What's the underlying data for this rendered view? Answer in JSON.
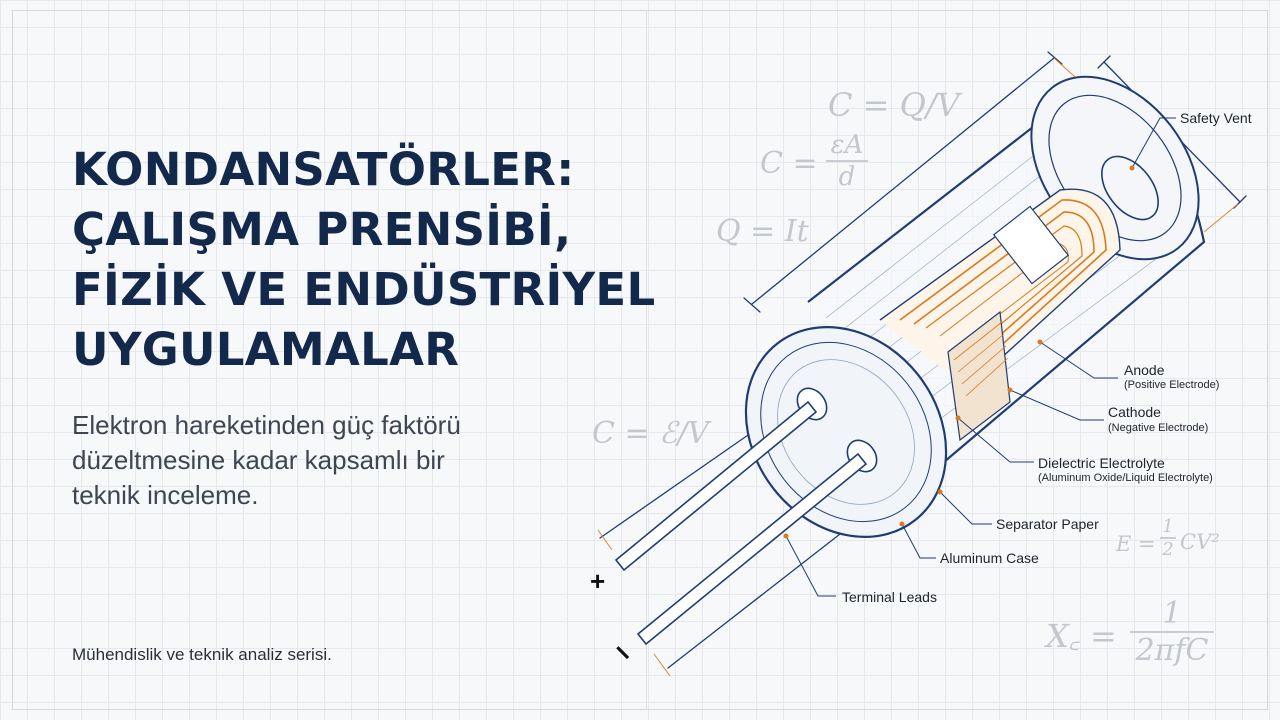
{
  "title_lines": [
    "KONDANSATÖRLER:",
    "ÇALIŞMA PRENSİBİ,",
    "FİZİK VE ENDÜSTRİYEL",
    "UYGULAMALAR"
  ],
  "subtitle_lines": [
    "Elektron hareketinden güç faktörü",
    "düzeltmesine kadar kapsamlı bir",
    "teknik inceleme."
  ],
  "series_text": "Mühendislik ve teknik analiz serisi.",
  "formulas": {
    "c_qv": "C = Q/V",
    "c_ea_lhs": "C =",
    "c_ea_num": "εA",
    "c_ea_den": "d",
    "q_it": "Q = It",
    "c_ev": "C = ℰ/V",
    "e_lhs": "E =",
    "e_num": "1",
    "e_den": "2",
    "e_rhs": "CV²",
    "xc_lhs": "X꜀ =",
    "xc_num": "1",
    "xc_den": "2πfC"
  },
  "labels": {
    "safety_vent": "Safety Vent",
    "anode": "Anode",
    "anode_sub": "(Positive Electrode)",
    "cathode": "Cathode",
    "cathode_sub": "(Negative Electrode)",
    "dielectric": "Dielectric Electrolyte",
    "dielectric_sub": "(Aluminum Oxide/Liquid Electrolyte)",
    "separator": "Separator Paper",
    "case": "Aluminum Case",
    "leads": "Terminal Leads"
  },
  "signs": {
    "plus": "+",
    "minus": "I"
  },
  "colors": {
    "title": "#13294b",
    "outline": "#1f3d73",
    "accent": "#d97a1e"
  }
}
